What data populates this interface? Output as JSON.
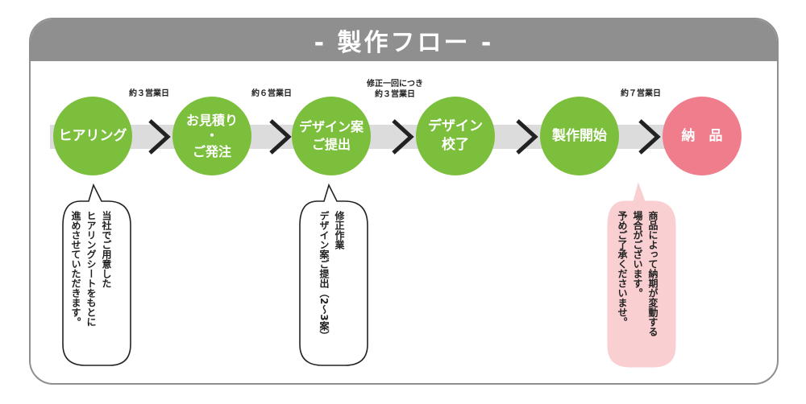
{
  "header": {
    "title": "- 製作フロー -"
  },
  "steps": [
    {
      "label": "ヒアリング",
      "color": "#7cbf3c"
    },
    {
      "label": "お見積り\n・\nご発注",
      "color": "#7cbf3c"
    },
    {
      "label": "デザイン案\nご提出",
      "color": "#7cbf3c"
    },
    {
      "label": "デザイン\n校了",
      "color": "#7cbf3c"
    },
    {
      "label": "製作開始",
      "color": "#7cbf3c"
    },
    {
      "label": "納　品",
      "color": "#ef7d8c"
    }
  ],
  "durations": [
    "約３営業日",
    "約６営業日",
    "修正一回につき\n約３営業日",
    "約７営業日"
  ],
  "notes": [
    {
      "text": "当社でご用意した\nヒアリングシートをもとに\n進めさせていただきます。"
    },
    {
      "text": "修正作業\nデザイン案ご提出（2〜3案）"
    },
    {
      "text": "商品によって納期が変動する\n場合がございます。\n予めご了承くださいませ。"
    }
  ],
  "colors": {
    "header_bg": "#8f8f8f",
    "green": "#7cbf3c",
    "pink": "#ef7d8c",
    "note_pink": "#f9cfd2"
  }
}
